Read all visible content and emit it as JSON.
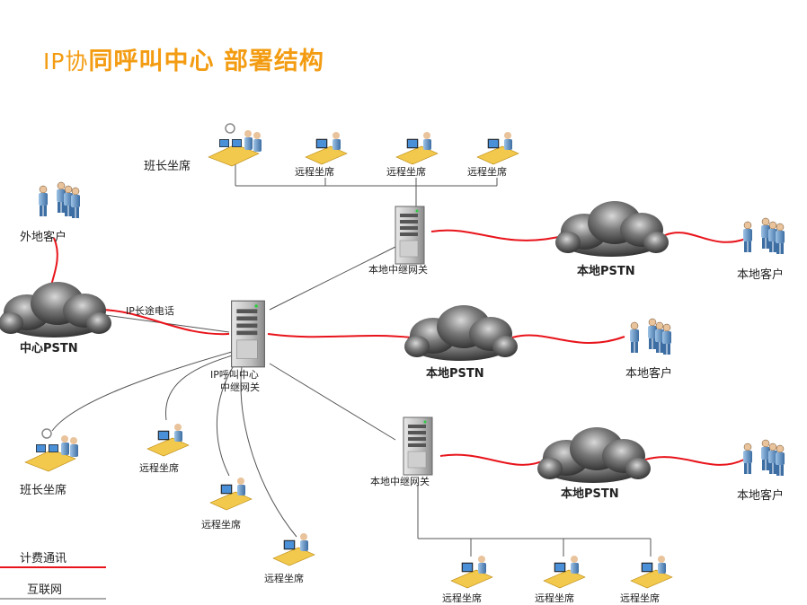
{
  "title": {
    "part1": "IP协",
    "part2": "同呼叫中心 部署结构"
  },
  "labels": {
    "supervisor_top": "班长坐席",
    "remote_seat": "远程坐席",
    "remote_client": "外地客户",
    "local_gateway": "本地中继网关",
    "local_pstn": "本地PSTN",
    "local_client": "本地客户",
    "center_pstn": "中心PSTN",
    "ip_long_call": "IP长途电话",
    "ip_gateway_line1": "IP呼叫中心",
    "ip_gateway_line2": "中继网关",
    "supervisor_left": "班长坐席"
  },
  "legend": {
    "billing": "计费通讯",
    "internet": "互联网",
    "billing_color": "#e8141b",
    "internet_color": "#555555"
  },
  "colors": {
    "title": "#f39c12",
    "red_line": "#e8141b",
    "gray_line": "#555555"
  }
}
